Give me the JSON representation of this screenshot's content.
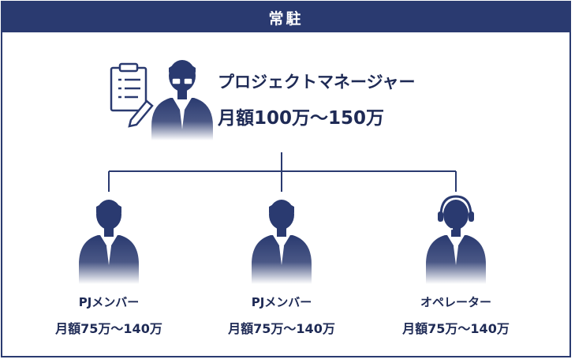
{
  "header": {
    "title": "常駐"
  },
  "manager": {
    "title": "プロジェクトマネージャー",
    "price": "月額100万～150万",
    "icon": "clipboard-icon"
  },
  "members": [
    {
      "title": "PJメンバー",
      "price": "月額75万～140万",
      "icon": "person-icon"
    },
    {
      "title": "PJメンバー",
      "price": "月額75万～140万",
      "icon": "person-icon"
    },
    {
      "title": "オペレーター",
      "price": "月額75万～140万",
      "icon": "headset-person-icon"
    }
  ],
  "colors": {
    "navy": "#2a3a70",
    "text": "#1e2a55"
  }
}
